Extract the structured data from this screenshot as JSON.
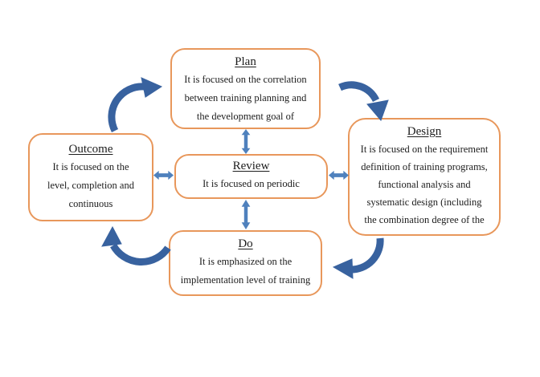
{
  "diagram": {
    "type": "cycle-diagram",
    "nodes": {
      "plan": {
        "title": "Plan",
        "lines": [
          "It is focused on the correlation",
          "between training planning and",
          "the development goal of"
        ]
      },
      "design": {
        "title": "Design",
        "lines": [
          "It is focused on the requirement",
          "definition of training programs,",
          "functional analysis and",
          "systematic design (including",
          "the combination degree of the"
        ]
      },
      "do": {
        "title": "Do",
        "lines": [
          "It is emphasized on the",
          "implementation level of training"
        ]
      },
      "outcome": {
        "title": "Outcome",
        "lines": [
          "It is focused on the",
          "level, completion and",
          "continuous"
        ]
      },
      "review": {
        "title": "Review",
        "lines": [
          "It is focused on periodic"
        ]
      }
    },
    "colors": {
      "box_border": "#E8975B",
      "box_fill": "#FFFFFF",
      "double_arrow": "#4F81BD",
      "curved_arrow": "#38629F",
      "text": "#1C1C1C"
    }
  }
}
